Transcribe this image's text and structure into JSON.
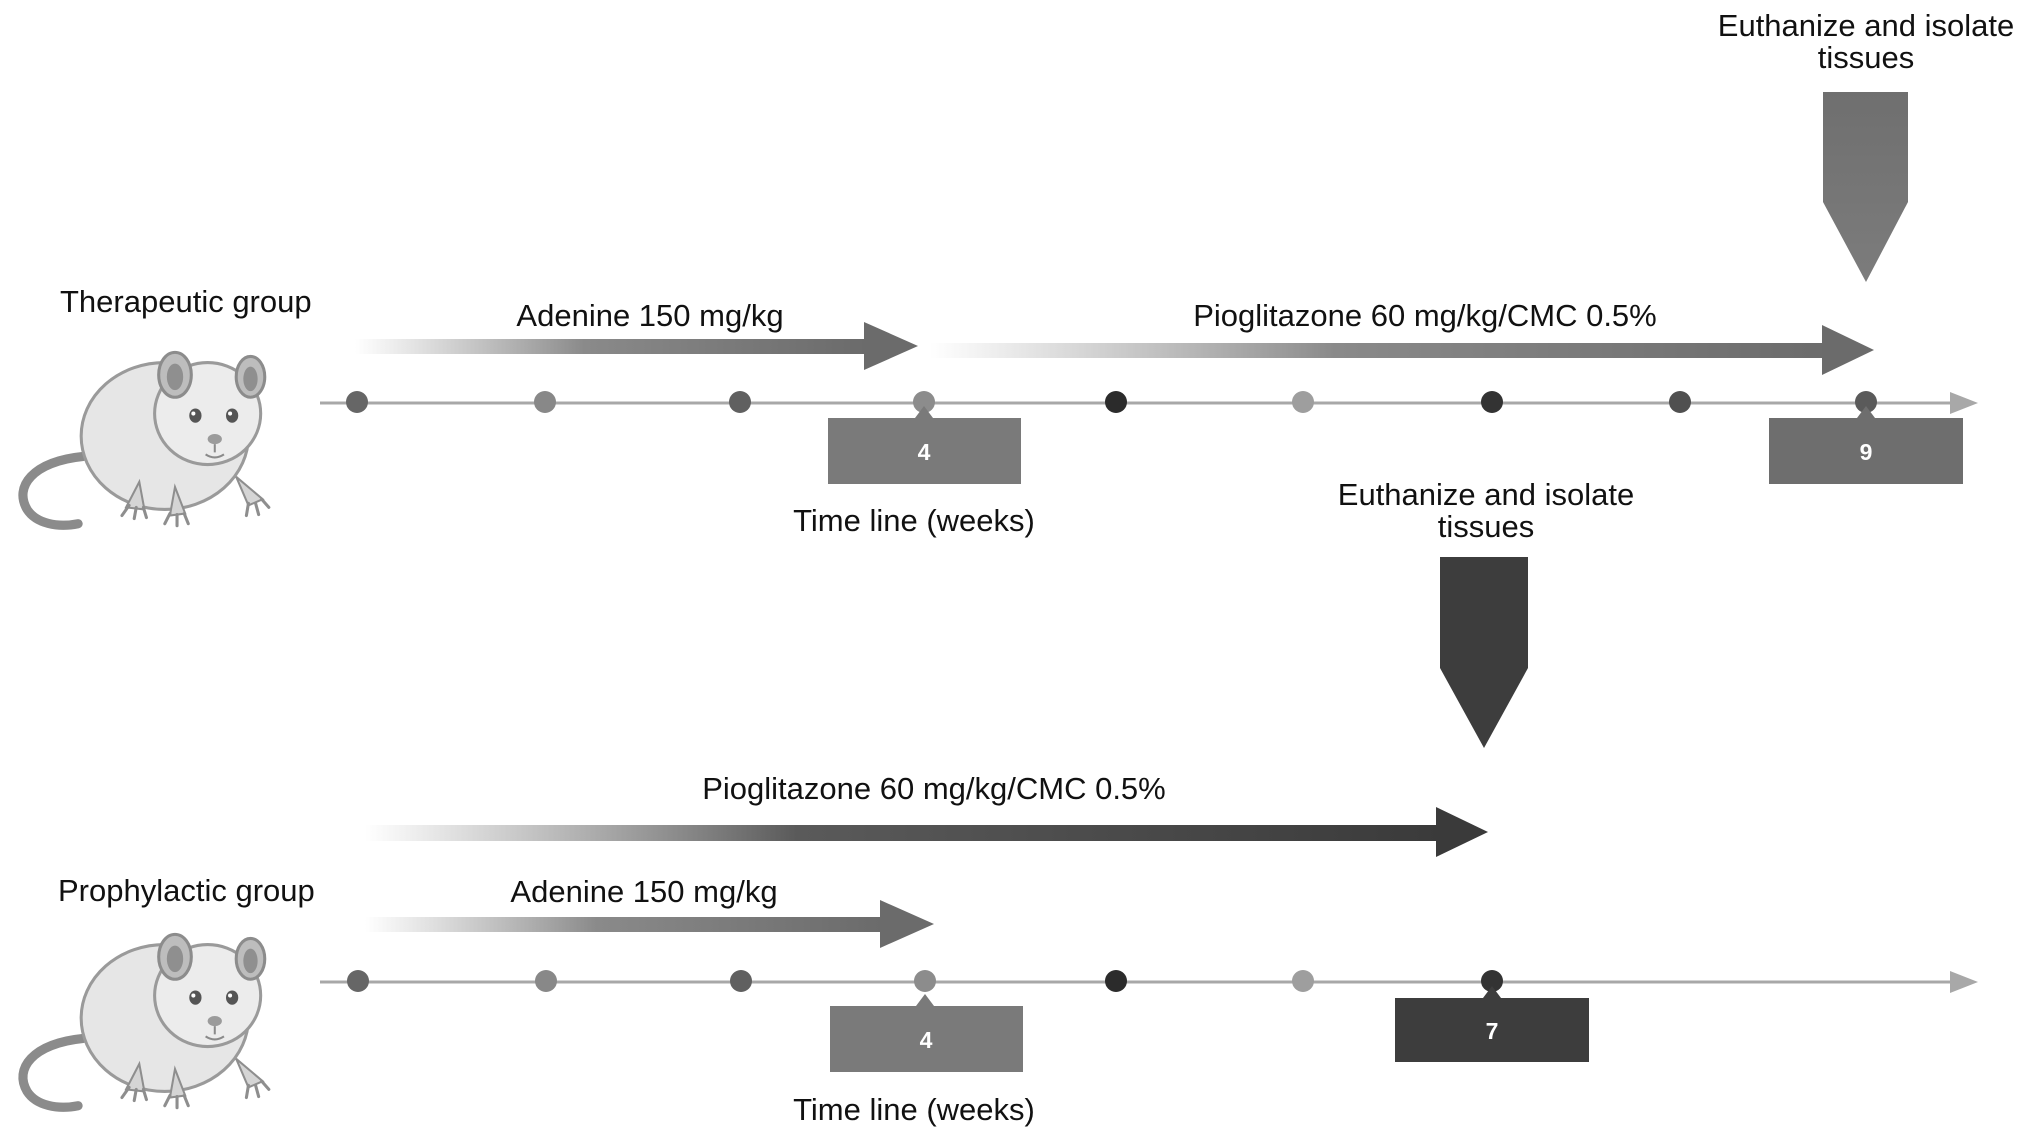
{
  "therapeutic": {
    "group_label": "Therapeutic group",
    "adenine_label": "Adenine 150 mg/kg",
    "pioglitazone_label": "Pioglitazone 60 mg/kg/CMC 0.5%",
    "endpoint_label_line1": "Euthanize and isolate",
    "endpoint_label_line2": "tissues",
    "week_box_1": "4",
    "week_box_2": "9",
    "timeline_label": "Time line (weeks)"
  },
  "prophylactic": {
    "group_label": "Prophylactic group",
    "adenine_label": "Adenine 150 mg/kg",
    "pioglitazone_label": "Pioglitazone 60 mg/kg/CMC 0.5%",
    "endpoint_label_line1": "Euthanize and isolate",
    "endpoint_label_line2": "tissues",
    "week_box_1": "4",
    "week_box_2": "7",
    "timeline_label": "Time line (weeks)"
  },
  "colors": {
    "axis": "#a8a8a8",
    "box_light": "#7a7a7a",
    "box_dark": "#3d3d3d",
    "arrow_light": "#6b6b6b",
    "arrow_dark": "#3a3a3a"
  },
  "icons": {
    "group_icon": "rat-icon"
  }
}
